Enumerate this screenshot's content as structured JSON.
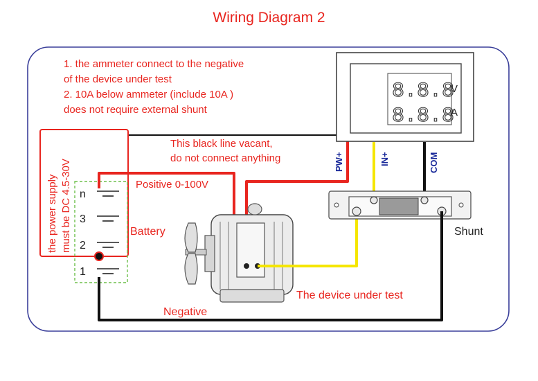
{
  "title": "Wiring Diagram 2",
  "notes": [
    "1. the ammeter connect to the negative",
    "of the device under test",
    "2. 10A below ammeter (include 10A )",
    "does not require external shunt"
  ],
  "black_line_note": [
    "This black line vacant,",
    "do not connect anything"
  ],
  "positive_label": "Positive 0-100V",
  "power_supply_note": [
    "the power supply",
    "must be DC 4.5-30V"
  ],
  "battery_label": "Battery",
  "negative_label": "Negative",
  "device_label": "The device under test",
  "shunt_label": "Shunt",
  "terminals": {
    "pw": "PW+",
    "in": "IN+",
    "com": "COM"
  },
  "meter": {
    "display_top": "8.8.8",
    "display_bottom": "8.8.8",
    "unit_top": "V",
    "unit_bottom": "A"
  },
  "battery_cells": [
    "n",
    "3",
    "2",
    "1"
  ],
  "colors": {
    "red_wire": "#e8251f",
    "yellow_wire": "#f5e600",
    "black_wire": "#111111",
    "label_red": "#e8251f",
    "terminal_blue": "#1a2a9a"
  }
}
